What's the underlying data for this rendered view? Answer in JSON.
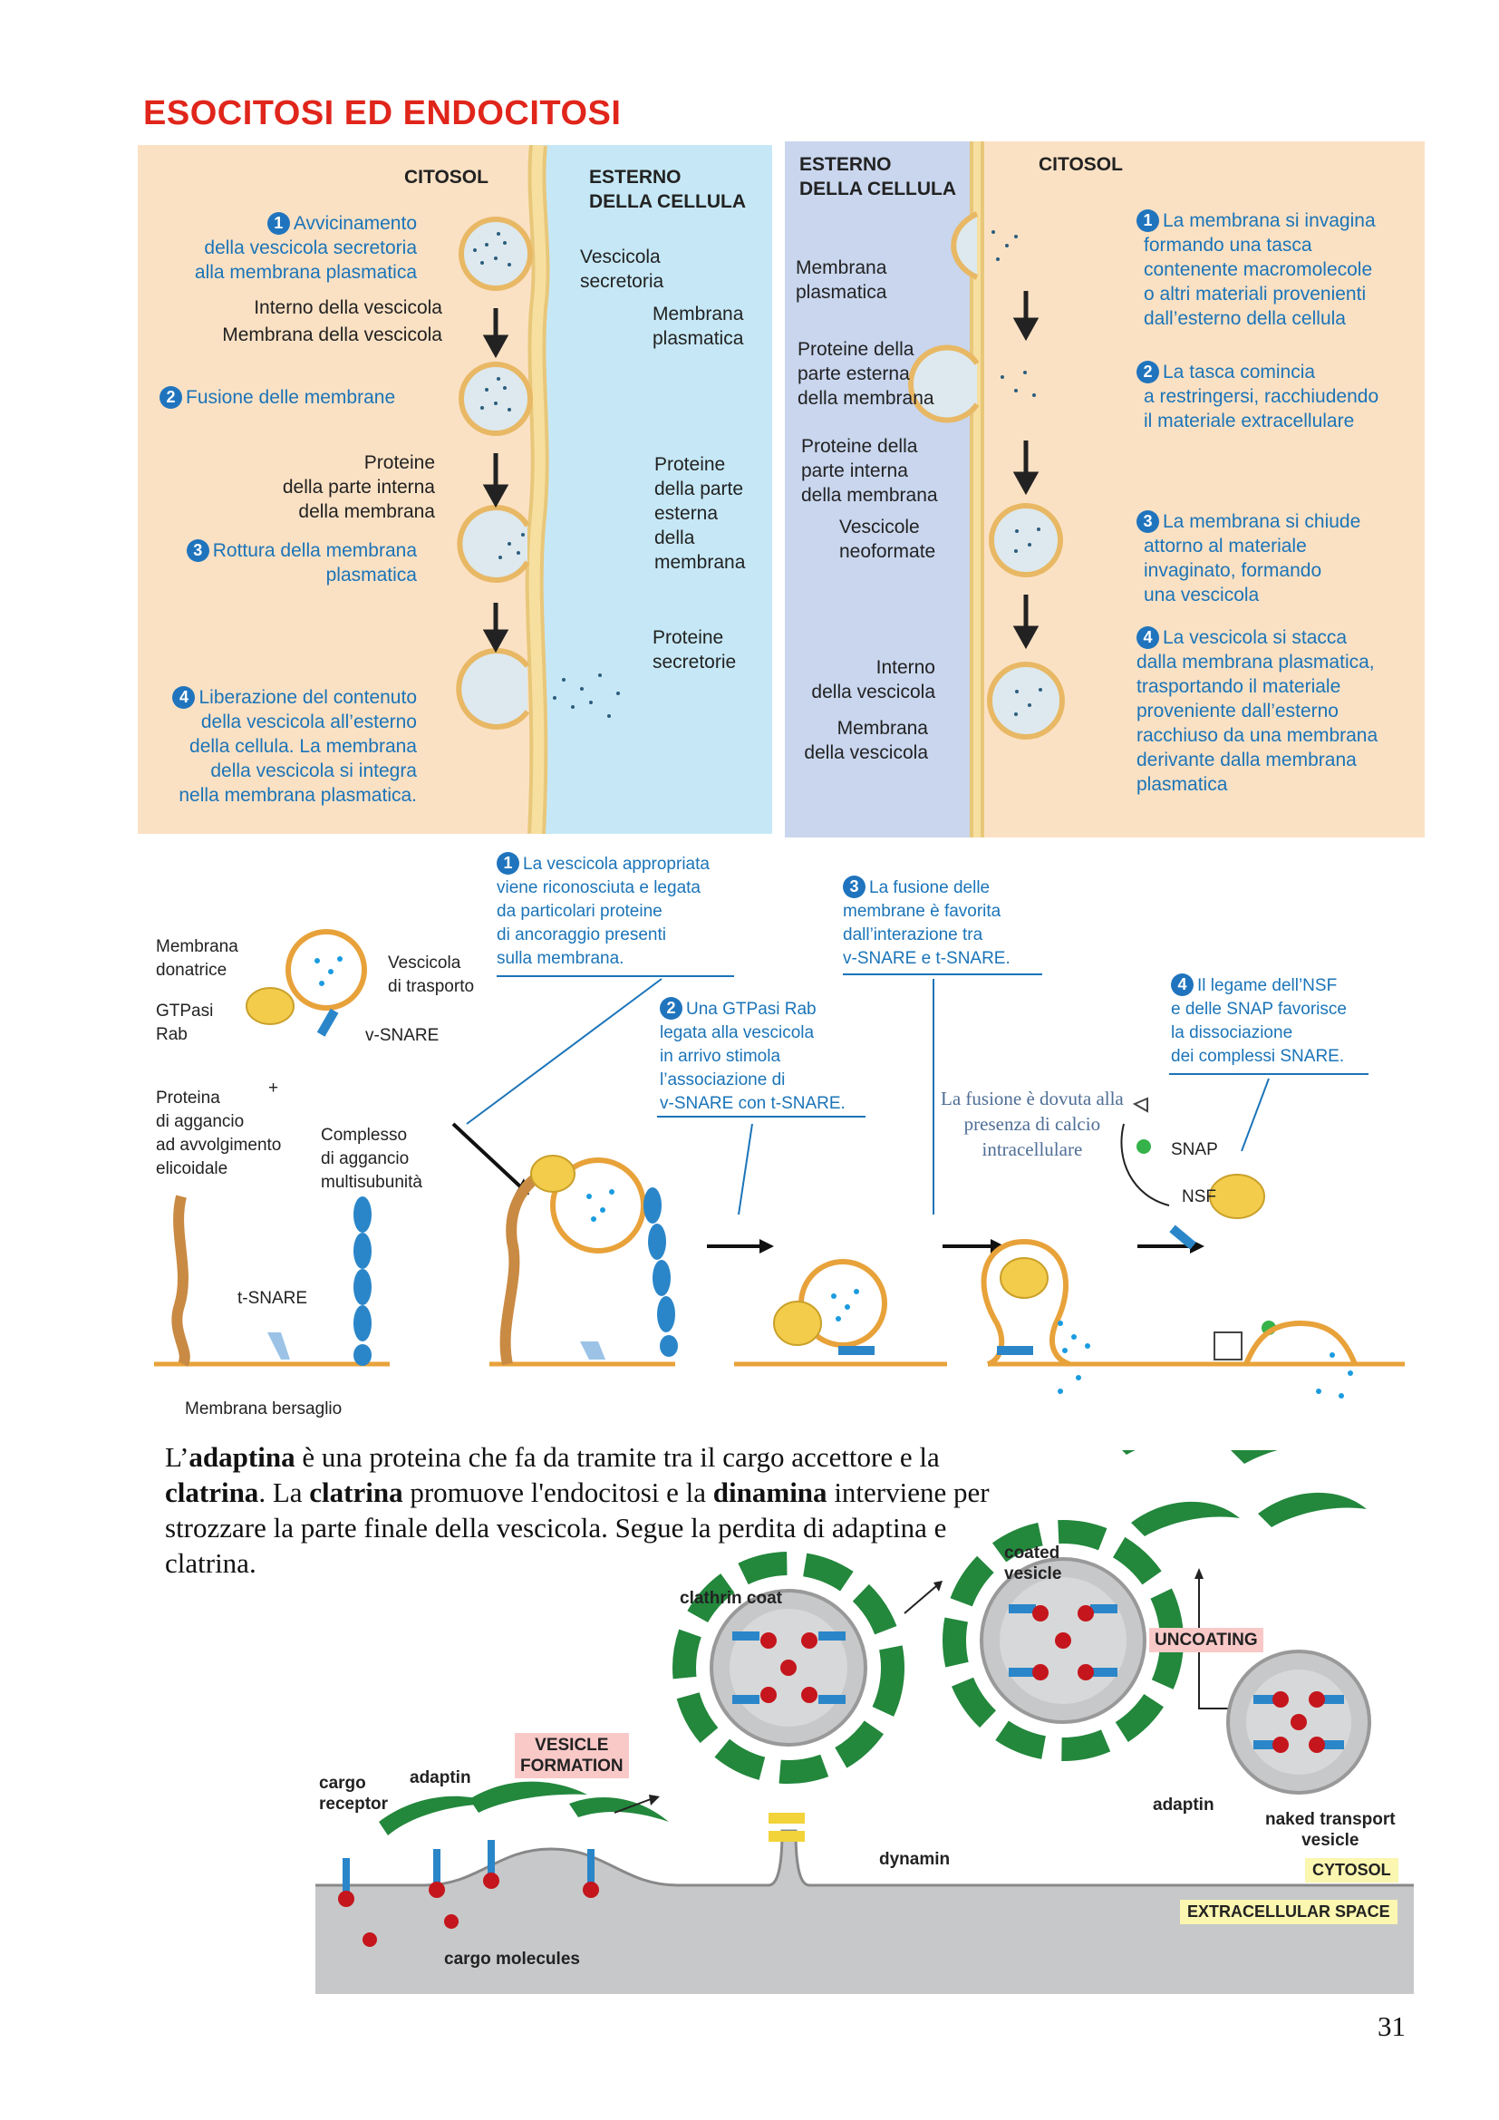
{
  "title": "ESOCITOSI ED ENDOCITOSI",
  "exo": {
    "cytosol": "CITOSOL",
    "outside": [
      "ESTERNO",
      "DELLA CELLULA"
    ],
    "step1": [
      "Avvicinamento",
      "della vescicola secretoria",
      "alla membrana plasmatica"
    ],
    "interior": "Interno della vescicola",
    "vesicle_membrane": "Membrana della vescicola",
    "secretory_vesicle": [
      "Vescicola",
      "secretoria"
    ],
    "plasma_membrane": [
      "Membrana",
      "plasmatica"
    ],
    "step2": "Fusione delle membrane",
    "inner_proteins": [
      "Proteine",
      "della parte interna",
      "della membrana"
    ],
    "outer_proteins": [
      "Proteine",
      "della parte",
      "esterna",
      "della",
      "membrana"
    ],
    "step3": [
      "Rottura della membrana",
      "plasmatica"
    ],
    "secretory_proteins": [
      "Proteine",
      "secretorie"
    ],
    "step4": [
      "Liberazione del contenuto",
      "della vescicola all’esterno",
      "della cellula. La membrana",
      "della vescicola si integra",
      "nella membrana plasmatica."
    ]
  },
  "endo": {
    "outside": [
      "ESTERNO",
      "DELLA CELLULA"
    ],
    "cytosol": "CITOSOL",
    "plasma_membrane": [
      "Membrana",
      "plasmatica"
    ],
    "outer_proteins": [
      "Proteine della",
      "parte esterna",
      "della membrana"
    ],
    "inner_proteins": [
      "Proteine della",
      "parte interna",
      "della membrana"
    ],
    "new_vesicles": [
      "Vescicole",
      "neoformate"
    ],
    "interior": [
      "Interno",
      "della vescicola"
    ],
    "vesicle_membrane": [
      "Membrana",
      "della vescicola"
    ],
    "step1": [
      "La membrana si invagina",
      "formando una tasca",
      "contenente macromolecole",
      "o altri materiali provenienti",
      "dall’esterno della cellula"
    ],
    "step2": [
      "La tasca comincia",
      "a restringersi, racchiudendo",
      "il materiale extracellulare"
    ],
    "step3": [
      "La membrana si chiude",
      "attorno al materiale",
      "invaginato, formando",
      "una vescicola"
    ],
    "step4": [
      "La vescicola si stacca",
      "dalla membrana plasmatica,",
      "trasportando il materiale",
      "proveniente dall’esterno",
      "racchiuso da una membrana",
      "derivante dalla membrana",
      "plasmatica"
    ]
  },
  "snare": {
    "step1": [
      "La vescicola appropriata",
      "viene riconosciuta e legata",
      "da particolari proteine",
      "di ancoraggio presenti",
      "sulla membrana."
    ],
    "step2": [
      "Una GTPasi Rab",
      "legata alla vescicola",
      "in arrivo stimola",
      "l’associazione di",
      "v-SNARE con t-SNARE."
    ],
    "step3": [
      "La fusione delle",
      "membrane è favorita",
      "dall’interazione tra",
      "v-SNARE e t-SNARE."
    ],
    "step4": [
      "Il legame dell’NSF",
      "e delle SNAP favorisce",
      "la dissociazione",
      "dei complessi SNARE."
    ],
    "donor_membrane": [
      "Membrana",
      "donatrice"
    ],
    "transport_vesicle": [
      "Vescicola",
      "di trasporto"
    ],
    "gtpase": [
      "GTPasi",
      "Rab"
    ],
    "vsnare": "v-SNARE",
    "plus": "+",
    "tether_protein": [
      "Proteina",
      "di aggancio",
      "ad avvolgimento",
      "elicoidale"
    ],
    "tether_complex": [
      "Complesso",
      "di aggancio",
      "multisubunità"
    ],
    "tsnare": "t-SNARE",
    "target_membrane": "Membrana bersaglio",
    "calcium_note": [
      "La fusione è dovuta alla",
      "presenza di calcio",
      "intracellulare"
    ],
    "snap": "SNAP",
    "nsf": "NSF"
  },
  "paragraph": {
    "p1": "L’",
    "b1": "adaptina",
    "p2": " è una proteina che fa da tramite tra il cargo accettore e la ",
    "b2": "clatrina",
    "p3": ". La ",
    "b3": "clatrina",
    "p4": " promuove l'endocitosi e la ",
    "b4": "dinamina",
    "p5": " interviene per strozzare la parte finale della vescicola. Segue la perdita di adaptina e clatrina."
  },
  "clathrin": {
    "coated_vesicle": [
      "coated",
      "vesicle"
    ],
    "clathrin_coat": "clathrin coat",
    "uncoating": "UNCOATING",
    "vesicle_formation": [
      "VESICLE",
      "FORMATION"
    ],
    "cargo_receptor": [
      "cargo",
      "receptor"
    ],
    "adaptin": "adaptin",
    "adaptin2": "adaptin",
    "naked_vesicle": [
      "naked transport",
      "vesicle"
    ],
    "dynamin": "dynamin",
    "cytosol": "CYTOSOL",
    "extracellular": "EXTRACELLULAR SPACE",
    "cargo_molecules": "cargo molecules"
  },
  "page_number": "31",
  "colors": {
    "title": "#e0251b",
    "cytosol_bg": "#fbe1c4",
    "extracellular_bg": "#c6e8f6",
    "endo_outside_bg": "#c9d6ee",
    "membrane": "#f4d48b",
    "label_blue": "#1b74b8",
    "clathrin_green": "#23873c",
    "adaptin_blue": "#2a86c9",
    "cargo_red": "#c4161c"
  }
}
